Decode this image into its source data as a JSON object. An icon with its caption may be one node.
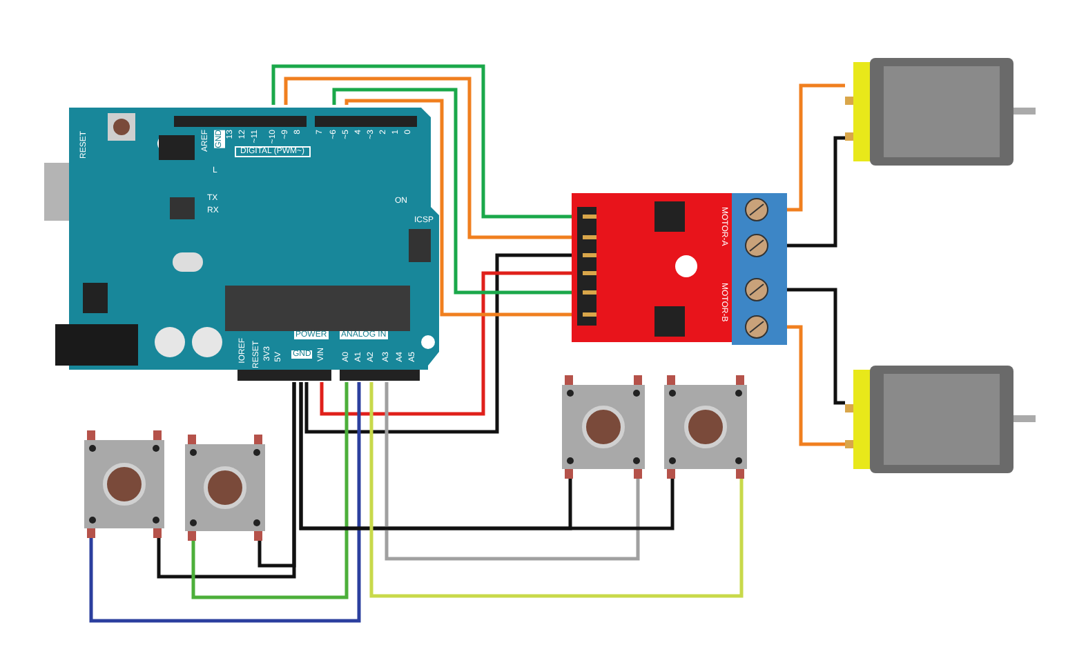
{
  "diagram": {
    "nodes": [
      {
        "text": [],
        "shape": "picture"
      },
      {
        "text": [
          "MOTOR-A",
          "MOTOR-B"
        ]
      },
      {
        "text": [],
        "shape": "picture"
      },
      {
        "text": [],
        "shape": "picture"
      },
      {
        "text": [],
        "shape": "picture"
      },
      {
        "text": [],
        "shape": "picture"
      },
      {
        "text": [],
        "shape": "picture"
      },
      {
        "text": [],
        "shape": "picture"
      }
    ],
    "edges": [
      {
        "from": 0,
        "to": 1,
        "arrow": "none",
        "color": "#1aa84a"
      },
      {
        "from": 0,
        "to": 1,
        "arrow": "none",
        "color": "#f07f1f"
      },
      {
        "from": 0,
        "to": 1,
        "arrow": "none",
        "color": "#111111"
      },
      {
        "from": 0,
        "to": 1,
        "arrow": "none",
        "color": "#e0201b"
      },
      {
        "from": 0,
        "to": 1,
        "arrow": "none",
        "color": "#1aa84a"
      },
      {
        "from": 0,
        "to": 1,
        "arrow": "none",
        "color": "#f07f1f"
      },
      {
        "from": 1,
        "to": 2,
        "arrow": "none",
        "color": "#f07f1f"
      },
      {
        "from": 1,
        "to": 2,
        "arrow": "none",
        "color": "#111111"
      },
      {
        "from": 1,
        "to": 3,
        "arrow": "none",
        "color": "#111111"
      },
      {
        "from": 1,
        "to": 3,
        "arrow": "none",
        "color": "#f07f1f"
      },
      {
        "from": 4,
        "to": 0,
        "arrow": "none",
        "color": "#2b3f9e"
      },
      {
        "from": 4,
        "to": 0,
        "arrow": "none",
        "color": "#111111"
      },
      {
        "from": 5,
        "to": 0,
        "arrow": "none",
        "color": "#4caf3a"
      },
      {
        "from": 5,
        "to": 0,
        "arrow": "none",
        "color": "#111111"
      },
      {
        "from": 6,
        "to": 0,
        "arrow": "none",
        "color": "#111111"
      },
      {
        "from": 6,
        "to": 0,
        "arrow": "none",
        "color": "#a0a0a0"
      },
      {
        "from": 7,
        "to": 0,
        "arrow": "none",
        "color": "#111111"
      },
      {
        "from": 7,
        "to": 0,
        "arrow": "none",
        "color": "#c8d94a"
      }
    ],
    "labels": [
      "RESET",
      "AREF",
      "GND",
      "13",
      "12",
      "~11",
      "~10",
      "~9",
      "8",
      "7",
      "~6",
      "~5",
      "4",
      "~3",
      "2",
      "1",
      "0",
      "DIGITAL (PWM~)",
      "L",
      "TX",
      "RX",
      "ON",
      "ICSP",
      "IOREF",
      "RESET",
      "3V3",
      "5V",
      "GND",
      "VIN",
      "A0",
      "A1",
      "A2",
      "A3",
      "A4",
      "A5",
      "POWER",
      "ANALOG IN"
    ]
  }
}
